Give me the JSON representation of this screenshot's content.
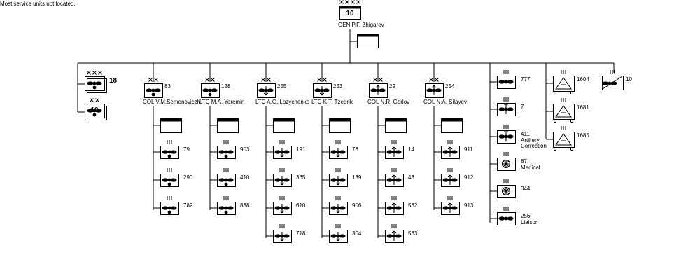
{
  "note": "Most service units not located.",
  "hq": {
    "echelon": "XXXX",
    "number": "10",
    "commander": "GEN  P.F. Zhigarev"
  },
  "corps": [
    {
      "echelon": "XXX",
      "number": "18"
    },
    {
      "echelon": "XX",
      "number": "10"
    }
  ],
  "divisions": [
    {
      "number": "83",
      "commander": "COL V.M.Semenoviczh",
      "regiments": [
        {
          "number": "79",
          "kind": "bomber"
        },
        {
          "number": "290",
          "kind": "bomber"
        },
        {
          "number": "782",
          "kind": "bomber"
        }
      ]
    },
    {
      "number": "128",
      "commander": "LTC  M.A. Yeremin",
      "regiments": [
        {
          "number": "903",
          "kind": "bomber"
        },
        {
          "number": "410",
          "kind": "bomber"
        },
        {
          "number": "888",
          "kind": "bomber"
        }
      ]
    },
    {
      "number": "255",
      "commander": "LTC  A.G. Lozychenko",
      "regiments": [
        {
          "number": "191",
          "kind": "assault"
        },
        {
          "number": "365",
          "kind": "assault"
        },
        {
          "number": "610",
          "kind": "assault"
        },
        {
          "number": "718",
          "kind": "assault"
        }
      ]
    },
    {
      "number": "253",
      "commander": "LTC  K.T. Tzedrik",
      "regiments": [
        {
          "number": "78",
          "kind": "assault"
        },
        {
          "number": "139",
          "kind": "assault"
        },
        {
          "number": "906",
          "kind": "assault"
        },
        {
          "number": "304",
          "kind": "assault"
        }
      ]
    },
    {
      "number": "29",
      "commander": "COL  N.R. Gorlov",
      "regiments": [
        {
          "number": "14",
          "kind": "fighter"
        },
        {
          "number": "48",
          "kind": "fighter"
        },
        {
          "number": "582",
          "kind": "fighter"
        },
        {
          "number": "583",
          "kind": "fighter"
        }
      ]
    },
    {
      "number": "254",
      "commander": "COL  N.A. Silayev",
      "regiments": [
        {
          "number": "911",
          "kind": "fighter"
        },
        {
          "number": "912",
          "kind": "fighter"
        },
        {
          "number": "913",
          "kind": "fighter"
        }
      ]
    }
  ],
  "separate_regiments": [
    {
      "number": "777",
      "line2": "",
      "kind": "plane"
    },
    {
      "number": "7",
      "line2": "",
      "kind": "recon"
    },
    {
      "number": "411",
      "line2": "Artillery",
      "line3": "Correction",
      "kind": "recon"
    },
    {
      "number": "87",
      "line2": "Medical",
      "kind": "medical"
    },
    {
      "number": "344",
      "line2": "",
      "kind": "medical"
    },
    {
      "number": "256",
      "line2": "Liaison",
      "kind": "plane"
    }
  ],
  "engineer_units": [
    {
      "number": "1604"
    },
    {
      "number": "1681"
    },
    {
      "number": "1685"
    }
  ],
  "signal_unit": {
    "number": "10"
  }
}
